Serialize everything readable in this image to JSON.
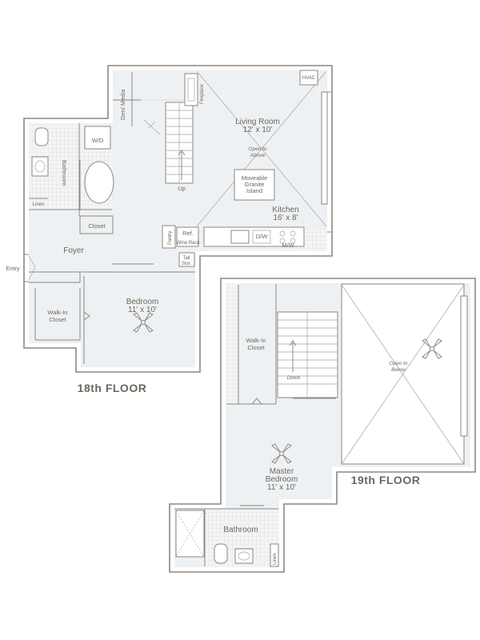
{
  "floors": {
    "lower": {
      "label": "18th FLOOR"
    },
    "upper": {
      "label": "19th FLOOR"
    }
  },
  "rooms": {
    "living_room": {
      "name": "Living Room",
      "dims": "12' x 10'"
    },
    "open_to_above": "Open to Above",
    "moveable_island": [
      "Moveable",
      "Granite",
      "Island"
    ],
    "kitchen": {
      "name": "Kitchen",
      "dims": "16' x 8'"
    },
    "den_media": "Den/ Media",
    "fireplace": "Fireplace",
    "hvac": "HVAC",
    "wd": "W/D",
    "bathroom_lower": "Bathroom",
    "linen_lower": "Linen",
    "closet": "Closet",
    "foyer": "Foyer",
    "entry": "Entry",
    "pantry": "Pantry",
    "ref": "Ref.",
    "wine_rack": "Wine Rack",
    "dw": "D/W",
    "mw": "M/W",
    "tall_stor": [
      "Tall",
      "Stor."
    ],
    "up": "Up",
    "walk_in_closet_lower": [
      "Walk-In",
      "Closet"
    ],
    "bedroom": {
      "name": "Bedroom",
      "dims": "11' x 10'"
    },
    "walk_in_closet_upper": [
      "Walk-In",
      "Closet"
    ],
    "down": "Down",
    "open_to_below": [
      "Open to",
      "Below"
    ],
    "master_bedroom": {
      "name": [
        "Master",
        "Bedroom"
      ],
      "dims": "11' x 10'"
    },
    "bathroom_upper": "Bathroom",
    "linen_upper": "Linen"
  }
}
